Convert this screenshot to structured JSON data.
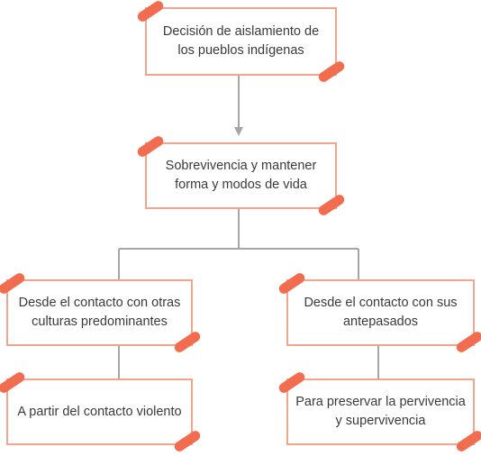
{
  "colors": {
    "box_border": "#f2a48c",
    "tape": "#f26c4f",
    "connector": "#a6a6a6",
    "text": "#3a3a3a"
  },
  "diagram": {
    "root": "Decisión de aislamiento de los pueblos indígenas",
    "middle": "Sobrevivencia y mantener forma y modos de vida",
    "left_branch": "Desde el contacto con otras culturas predominantes",
    "right_branch": "Desde el contacto con sus antepasados",
    "left_leaf": "A partir del contacto violento",
    "right_leaf": "Para preservar la pervivencia y supervivencia"
  }
}
